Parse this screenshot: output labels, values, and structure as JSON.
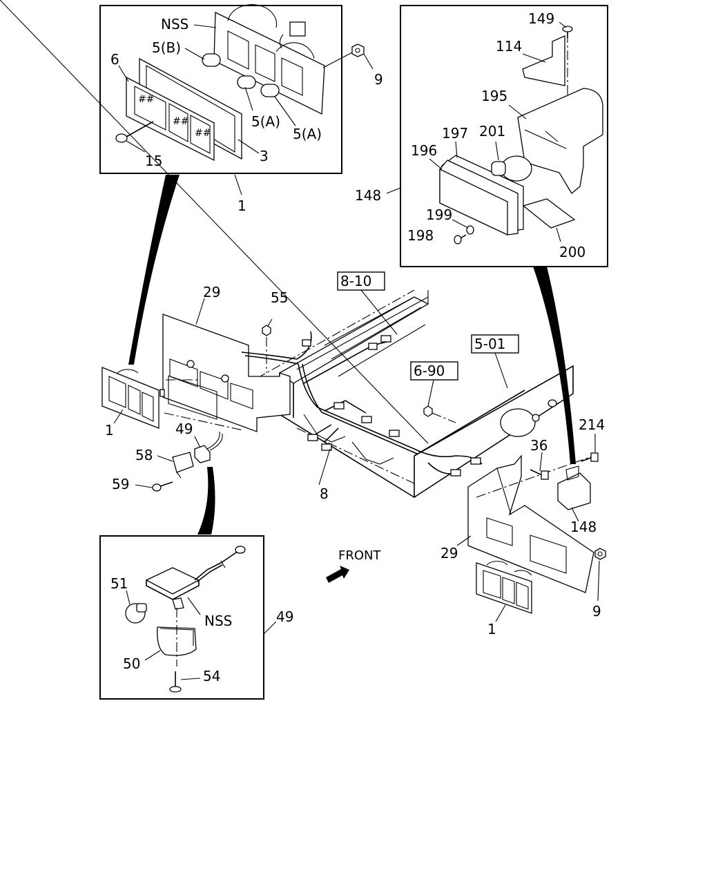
{
  "callouts": {
    "nss_top": "NSS",
    "p5b": "5(B)",
    "p6": "6",
    "p9_top": "9",
    "p5a_1": "5(A)",
    "p5a_2": "5(A)",
    "p15": "15",
    "p3": "3",
    "p1_top": "1",
    "p149": "149",
    "p114": "114",
    "p195": "195",
    "p197": "197",
    "p201": "201",
    "p196": "196",
    "p148_top": "148",
    "p199": "199",
    "p198": "198",
    "p200": "200",
    "p29_left": "29",
    "p55": "55",
    "p1_left": "1",
    "p49_mid": "49",
    "p58": "58",
    "p59": "59",
    "p8": "8",
    "p214": "214",
    "p36": "36",
    "p148_mid": "148",
    "p29_right": "29",
    "p9_right": "9",
    "p1_right": "1",
    "p51": "51",
    "nss_bottom": "NSS",
    "p49_bottom": "49",
    "p50": "50",
    "p54": "54"
  },
  "references": {
    "r810": "8-10",
    "r501": "5-01",
    "r690": "6-90"
  },
  "front_label": "FRONT"
}
